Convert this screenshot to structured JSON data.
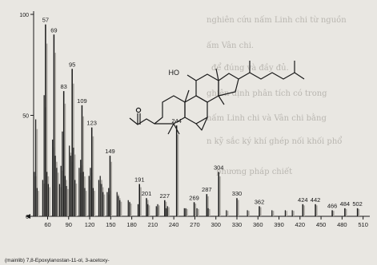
{
  "chart_data": {
    "type": "bar",
    "title": "",
    "xlabel": "",
    "ylabel": "",
    "xlim": [
      40,
      515
    ],
    "ylim": [
      0,
      100
    ],
    "y_ticks": [
      {
        "value": 0,
        "label": "0"
      },
      {
        "value": 50,
        "label": "50"
      },
      {
        "value": 100,
        "label": "100"
      }
    ],
    "x_ticks": [
      {
        "value": 60,
        "label": "60"
      },
      {
        "value": 90,
        "label": "90"
      },
      {
        "value": 120,
        "label": "120"
      },
      {
        "value": 150,
        "label": "150"
      },
      {
        "value": 180,
        "label": "180"
      },
      {
        "value": 210,
        "label": "210"
      },
      {
        "value": 240,
        "label": "240"
      },
      {
        "value": 270,
        "label": "270"
      },
      {
        "value": 300,
        "label": "300"
      },
      {
        "value": 330,
        "label": "330"
      },
      {
        "value": 360,
        "label": "360"
      },
      {
        "value": 390,
        "label": "390"
      },
      {
        "value": 420,
        "label": "420"
      },
      {
        "value": 450,
        "label": "450"
      },
      {
        "value": 480,
        "label": "480"
      },
      {
        "value": 510,
        "label": "510"
      }
    ],
    "labeled_peaks": [
      {
        "mz": 57,
        "intensity": 95,
        "label": "57"
      },
      {
        "mz": 69,
        "intensity": 90,
        "label": "69"
      },
      {
        "mz": 83,
        "intensity": 62,
        "label": "83"
      },
      {
        "mz": 95,
        "intensity": 73,
        "label": "95"
      },
      {
        "mz": 109,
        "intensity": 55,
        "label": "109"
      },
      {
        "mz": 123,
        "intensity": 44,
        "label": "123"
      },
      {
        "mz": 149,
        "intensity": 30,
        "label": "149"
      },
      {
        "mz": 191,
        "intensity": 16,
        "label": "191"
      },
      {
        "mz": 201,
        "intensity": 9,
        "label": "201"
      },
      {
        "mz": 227,
        "intensity": 8,
        "label": "227"
      },
      {
        "mz": 244,
        "intensity": 45,
        "label": "244"
      },
      {
        "mz": 269,
        "intensity": 7,
        "label": "269"
      },
      {
        "mz": 287,
        "intensity": 11,
        "label": "287"
      },
      {
        "mz": 304,
        "intensity": 22,
        "label": "304"
      },
      {
        "mz": 330,
        "intensity": 9,
        "label": "330"
      },
      {
        "mz": 362,
        "intensity": 5,
        "label": "362"
      },
      {
        "mz": 424,
        "intensity": 6,
        "label": "424"
      },
      {
        "mz": 442,
        "intensity": 6,
        "label": "442"
      },
      {
        "mz": 466,
        "intensity": 3,
        "label": "466"
      },
      {
        "mz": 484,
        "intensity": 4,
        "label": "484"
      },
      {
        "mz": 502,
        "intensity": 4,
        "label": "502"
      }
    ],
    "minor_peaks": {
      "mz": [
        41,
        43,
        45,
        53,
        55,
        59,
        61,
        67,
        71,
        73,
        77,
        79,
        81,
        85,
        87,
        91,
        93,
        97,
        99,
        105,
        107,
        111,
        113,
        119,
        121,
        125,
        133,
        135,
        137,
        139,
        145,
        147,
        159,
        161,
        163,
        175,
        177,
        189,
        203,
        215,
        217,
        229,
        231,
        255,
        257,
        273,
        289,
        315,
        345,
        380,
        399,
        409
      ],
      "intensity": [
        22,
        48,
        14,
        18,
        60,
        22,
        16,
        38,
        30,
        24,
        16,
        25,
        42,
        20,
        15,
        35,
        30,
        34,
        18,
        24,
        28,
        22,
        14,
        20,
        24,
        14,
        18,
        20,
        16,
        12,
        12,
        14,
        12,
        10,
        8,
        8,
        7,
        6,
        6,
        5,
        6,
        4,
        5,
        4,
        4,
        4,
        4,
        3,
        3,
        3,
        3,
        3
      ]
    },
    "caption": "(mainlib) 7,8-Epoxylanostan-11-ol, 3-acetoxy-",
    "structure_label": "HO"
  },
  "background_text": [
    "nghiên cứu nấm Linh chi từ nguồn",
    "ấm Vân chi.",
    "để đúng và đầy đủ.",
    "ghiên định phân tích có trong",
    "nấm Linh chi và Vân chi bằng",
    "n kỹ sắc ký khí ghép nối khối phổ",
    "phương pháp chiết"
  ],
  "colors": {
    "axis": "#1a1a1a",
    "bar": "#1a1a1a",
    "ghost_bar": "#a9a6a0",
    "background": "#e9e7e2"
  }
}
